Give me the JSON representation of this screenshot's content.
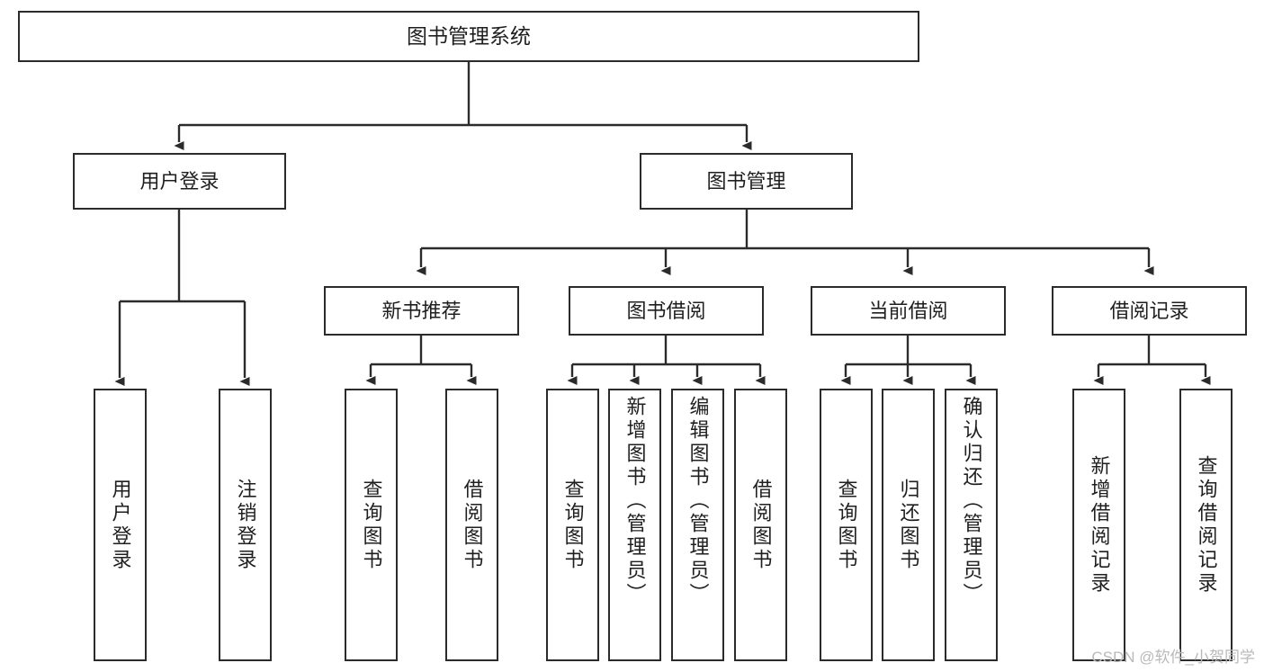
{
  "diagram": {
    "title": "图书管理系统",
    "watermark": "CSDN @软件_小贺同学",
    "colors": {
      "border": "#2b2b2b",
      "text": "#1f1f1f",
      "background": "#ffffff",
      "watermark": "#b9b9b9"
    },
    "root": {
      "label": "图书管理系统"
    },
    "level2": [
      {
        "label": "用户登录"
      },
      {
        "label": "图书管理"
      }
    ],
    "level3": [
      {
        "label": "新书推荐"
      },
      {
        "label": "图书借阅"
      },
      {
        "label": "当前借阅"
      },
      {
        "label": "借阅记录"
      }
    ],
    "leaves": {
      "user_login": [
        {
          "label": "用户登录"
        },
        {
          "label": "注销登录"
        }
      ],
      "new_book_recommend": [
        {
          "label": "查询图书"
        },
        {
          "label": "借阅图书"
        }
      ],
      "book_borrow": [
        {
          "label": "查询图书"
        },
        {
          "label": "新增图书（管理员）"
        },
        {
          "label": "编辑图书（管理员）"
        },
        {
          "label": "借阅图书"
        }
      ],
      "current_borrow": [
        {
          "label": "查询图书"
        },
        {
          "label": "归还图书"
        },
        {
          "label": "确认归还（管理员）"
        }
      ],
      "borrow_records": [
        {
          "label": "新增借阅记录"
        },
        {
          "label": "查询借阅记录"
        }
      ]
    }
  }
}
